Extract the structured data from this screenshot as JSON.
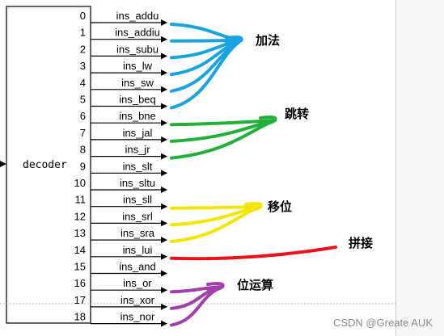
{
  "decoder": {
    "title": "decoder",
    "ports": [
      {
        "num": "0",
        "signal": "ins_addu"
      },
      {
        "num": "1",
        "signal": "ins_addiu"
      },
      {
        "num": "2",
        "signal": "ins_subu"
      },
      {
        "num": "3",
        "signal": "ins_lw"
      },
      {
        "num": "4",
        "signal": "ins_sw"
      },
      {
        "num": "5",
        "signal": "ins_beq"
      },
      {
        "num": "6",
        "signal": "ins_bne"
      },
      {
        "num": "7",
        "signal": "ins_jal"
      },
      {
        "num": "8",
        "signal": "ins_jr"
      },
      {
        "num": "9",
        "signal": "ins_slt"
      },
      {
        "num": "10",
        "signal": "ins_sltu"
      },
      {
        "num": "11",
        "signal": "ins_sll"
      },
      {
        "num": "12",
        "signal": "ins_srl"
      },
      {
        "num": "13",
        "signal": "ins_sra"
      },
      {
        "num": "14",
        "signal": "ins_lui"
      },
      {
        "num": "15",
        "signal": "ins_and"
      },
      {
        "num": "16",
        "signal": "ins_or"
      },
      {
        "num": "17",
        "signal": "ins_xor"
      },
      {
        "num": "18",
        "signal": "ins_nor"
      }
    ]
  },
  "groups": [
    {
      "label": "加法",
      "color": "#1aa3e0",
      "ports": [
        0,
        1,
        2,
        3,
        4,
        5
      ]
    },
    {
      "label": "跳转",
      "color": "#22b03a",
      "ports": [
        6,
        7,
        8
      ]
    },
    {
      "label": "移位",
      "color": "#f2e600",
      "ports": [
        11,
        12,
        13
      ]
    },
    {
      "label": "拼接",
      "color": "#e8141c",
      "ports": [
        14
      ]
    },
    {
      "label": "位运算",
      "color": "#a040a8",
      "ports": [
        16,
        17,
        18
      ]
    }
  ],
  "watermark": "CSDN @Greate AUK"
}
